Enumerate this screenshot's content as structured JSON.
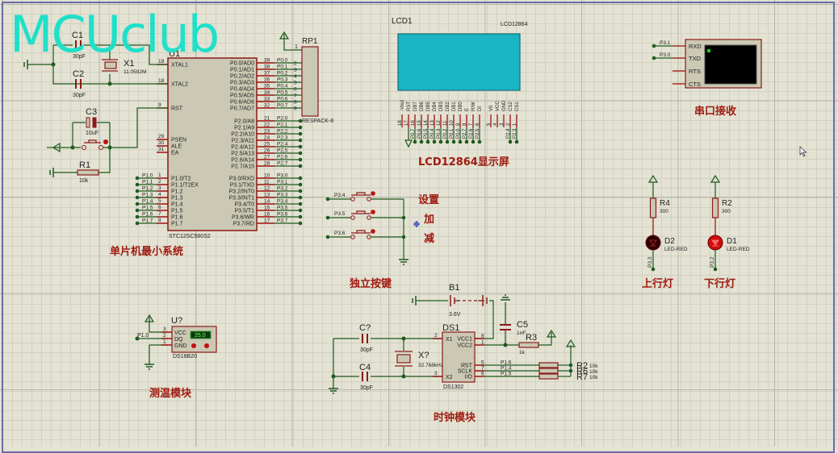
{
  "watermark": "MCUclub",
  "colors": {
    "background": "#e3e2d3",
    "wire": "#1f5a1f",
    "pin": "#a01010",
    "body_fill": "#cbc8b3",
    "body_stroke": "#8b1a1a",
    "label_red": "#a01a10",
    "lcd": "#1bb4c4"
  },
  "mcu": {
    "ref": "U1",
    "part": "STC12SC560S2",
    "left_pins": [
      {
        "num": "19",
        "name": "XTAL1"
      },
      {
        "num": "18",
        "name": "XTAL2"
      },
      {
        "num": "9",
        "name": "RST"
      },
      {
        "num": "29",
        "name": "PSEN"
      },
      {
        "num": "30",
        "name": "ALE"
      },
      {
        "num": "31",
        "name": "EA"
      },
      {
        "num": "1",
        "name": "P1.0/T2",
        "net": "P1.0"
      },
      {
        "num": "2",
        "name": "P1.1/T2EX",
        "net": "P1.1"
      },
      {
        "num": "3",
        "name": "P1.2",
        "net": "P1.2"
      },
      {
        "num": "4",
        "name": "P1.3",
        "net": "P1.3"
      },
      {
        "num": "5",
        "name": "P1.4",
        "net": "P1.4"
      },
      {
        "num": "6",
        "name": "P1.5",
        "net": "P1.5"
      },
      {
        "num": "7",
        "name": "P1.6",
        "net": "P1.6"
      },
      {
        "num": "8",
        "name": "P1.7",
        "net": "P1.7"
      }
    ],
    "right_pins": [
      {
        "num": "39",
        "name": "P0.0/AD0",
        "net": "P0.0"
      },
      {
        "num": "38",
        "name": "P0.1/AD1",
        "net": "P0.1"
      },
      {
        "num": "37",
        "name": "P0.2/AD2",
        "net": "P0.2"
      },
      {
        "num": "36",
        "name": "P0.3/AD3",
        "net": "P0.3"
      },
      {
        "num": "35",
        "name": "P0.4/AD4",
        "net": "P0.4"
      },
      {
        "num": "34",
        "name": "P0.5/AD5",
        "net": "P0.5"
      },
      {
        "num": "33",
        "name": "P0.6/AD6",
        "net": "P0.6"
      },
      {
        "num": "32",
        "name": "P0.7/AD7",
        "net": "P0.7"
      },
      {
        "num": "21",
        "name": "P2.0/A8",
        "net": "P2.0"
      },
      {
        "num": "22",
        "name": "P2.1/A9",
        "net": "P2.1"
      },
      {
        "num": "23",
        "name": "P2.2/A10",
        "net": "P2.2"
      },
      {
        "num": "24",
        "name": "P2.3/A11",
        "net": "P2.3"
      },
      {
        "num": "25",
        "name": "P2.4/A12",
        "net": "P2.4"
      },
      {
        "num": "26",
        "name": "P2.5/A13",
        "net": "P2.5"
      },
      {
        "num": "27",
        "name": "P2.6/A14",
        "net": "P2.6"
      },
      {
        "num": "28",
        "name": "P2.7/A15",
        "net": "P2.7"
      },
      {
        "num": "10",
        "name": "P3.0/RXD",
        "net": "P3.0"
      },
      {
        "num": "11",
        "name": "P3.1/TXD",
        "net": "P3.1"
      },
      {
        "num": "12",
        "name": "P3.2/INT0",
        "net": "P3.2"
      },
      {
        "num": "13",
        "name": "P3.3/INT1",
        "net": "P3.3"
      },
      {
        "num": "14",
        "name": "P3.4/T0",
        "net": "P3.4"
      },
      {
        "num": "15",
        "name": "P3.5/T1",
        "net": "P3.5"
      },
      {
        "num": "16",
        "name": "P3.6/WR",
        "net": "P3.6"
      },
      {
        "num": "17",
        "name": "P3.7/RD",
        "net": "P3.7"
      }
    ]
  },
  "resistor_pack": {
    "ref": "RP1",
    "part": "RESPACK-8",
    "common_pin": "1",
    "pins": [
      "2",
      "3",
      "4",
      "5",
      "6",
      "7",
      "8",
      "9"
    ]
  },
  "crystal_circuit": {
    "c1": {
      "ref": "C1",
      "value": "30pF"
    },
    "c2": {
      "ref": "C2",
      "value": "30pF"
    },
    "x1": {
      "ref": "X1",
      "value": "11.0592M"
    },
    "c3": {
      "ref": "C3",
      "value": "10uF"
    },
    "r1": {
      "ref": "R1",
      "value": "10k"
    }
  },
  "lcd": {
    "ref": "LCD1",
    "part": "LCD12864",
    "pins": [
      {
        "num": "18",
        "name": "-Vout",
        "net": ""
      },
      {
        "num": "17",
        "name": "RST",
        "net": ""
      },
      {
        "num": "16",
        "name": "DB7",
        "net": "P0.7"
      },
      {
        "num": "15",
        "name": "DB6",
        "net": "P0.6"
      },
      {
        "num": "14",
        "name": "DB5",
        "net": "P0.5"
      },
      {
        "num": "13",
        "name": "DB4",
        "net": "P0.4"
      },
      {
        "num": "12",
        "name": "DB3",
        "net": "P0.3"
      },
      {
        "num": "11",
        "name": "DB2",
        "net": "P0.2"
      },
      {
        "num": "10",
        "name": "DB1",
        "net": "P0.1"
      },
      {
        "num": "9",
        "name": "DB0",
        "net": "P0.0"
      },
      {
        "num": "8",
        "name": "E",
        "net": "P2.7"
      },
      {
        "num": "7",
        "name": "R/W",
        "net": "P2.6"
      },
      {
        "num": "6",
        "name": "DI",
        "net": "P2.5"
      },
      {
        "num": "5",
        "name": "V0",
        "net": ""
      },
      {
        "num": "4",
        "name": "VCC",
        "net": ""
      },
      {
        "num": "3",
        "name": "GND",
        "net": ""
      },
      {
        "num": "2",
        "name": "CS2",
        "net": "P2.4"
      },
      {
        "num": "1",
        "name": "CS1",
        "net": "P2.3"
      }
    ],
    "caption": "LCD12864显示屏"
  },
  "terminal": {
    "pins": [
      {
        "name": "RXD",
        "net": "P3.1"
      },
      {
        "name": "TXD",
        "net": "P3.0"
      },
      {
        "name": "RTS",
        "net": ""
      },
      {
        "name": "CTS",
        "net": ""
      }
    ],
    "caption": "串口接收"
  },
  "buttons": {
    "items": [
      {
        "net": "P3.4",
        "label": "设置"
      },
      {
        "net": "P3.5",
        "label": "加"
      },
      {
        "net": "P3.6",
        "label": "减"
      }
    ],
    "caption": "独立按键"
  },
  "leds": [
    {
      "res_ref": "R4",
      "res_value": "300",
      "led_ref": "D2",
      "led_part": "LED-RED",
      "net": "P3.3",
      "lit": false,
      "caption": "上行灯"
    },
    {
      "res_ref": "R2",
      "res_value": "300",
      "led_ref": "D1",
      "led_part": "LED-RED",
      "net": "P3.2",
      "lit": true,
      "caption": "下行灯"
    }
  ],
  "temp_sensor": {
    "ref": "U?",
    "part": "DS18B20",
    "reading": "25.0",
    "net": "P1.0",
    "pins": [
      {
        "num": "3",
        "name": "VCC"
      },
      {
        "num": "2",
        "name": "DQ"
      },
      {
        "num": "1",
        "name": "GND"
      }
    ],
    "caption": "测温模块"
  },
  "rtc": {
    "ref": "DS1",
    "part": "DS1302",
    "battery": {
      "ref": "B1",
      "value": "3.6V"
    },
    "c_top": {
      "ref": "C?",
      "value": "30pF"
    },
    "c_bottom": {
      "ref": "C4",
      "value": "30pF"
    },
    "crystal": {
      "ref": "X?",
      "value": "32.768kHz"
    },
    "c5": {
      "ref": "C5",
      "value": "1nF"
    },
    "r3": {
      "ref": "R3",
      "value": "1k"
    },
    "left_pins": [
      {
        "num": "2",
        "name": "X1"
      },
      {
        "num": "3",
        "name": "X2"
      }
    ],
    "right_pins": [
      {
        "num": "8",
        "name": "VCC1"
      },
      {
        "num": "1",
        "name": "VCC2"
      },
      {
        "num": "5",
        "name": "RST",
        "net": "P1.6"
      },
      {
        "num": "7",
        "name": "SCLK",
        "net": "P1.4"
      },
      {
        "num": "6",
        "name": "I/O",
        "net": "P1.5"
      }
    ],
    "pullups": [
      {
        "ref": "R2",
        "value": "10k"
      },
      {
        "ref": "R6",
        "value": "10k"
      },
      {
        "ref": "R7",
        "value": "10k"
      }
    ],
    "caption": "时钟模块"
  },
  "captions": {
    "mcu_system": "单片机最小系统"
  }
}
